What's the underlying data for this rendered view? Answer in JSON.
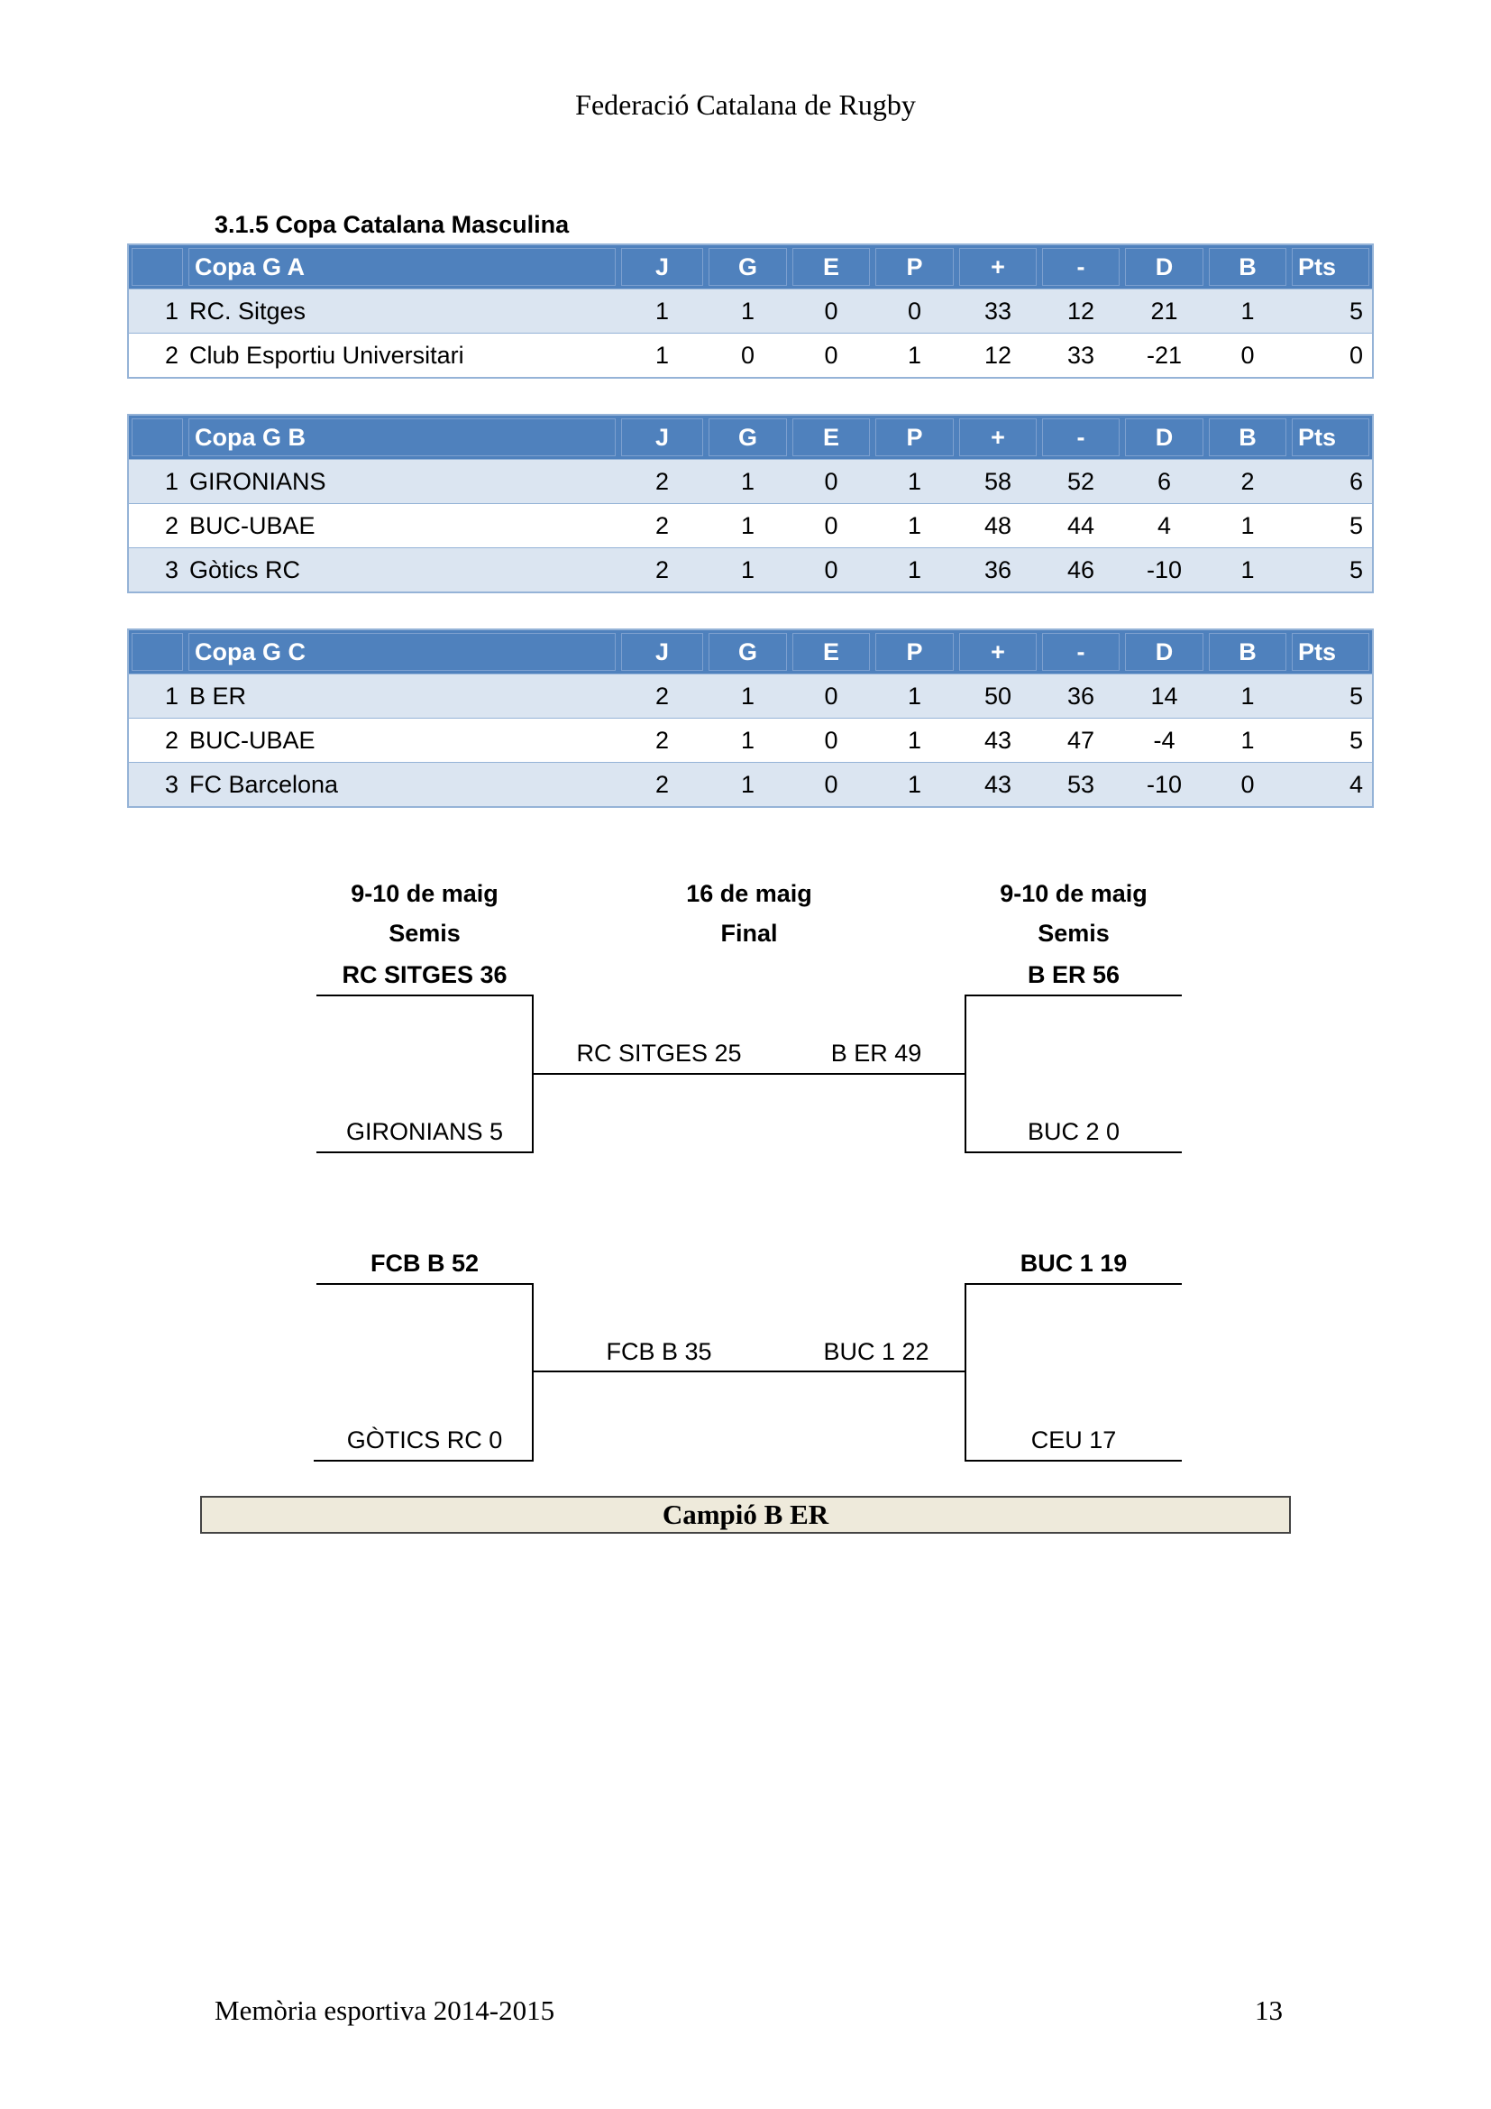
{
  "header": "Federació Catalana de Rugby",
  "section_title": "3.1.5 Copa Catalana Masculina",
  "columns": [
    "J",
    "G",
    "E",
    "P",
    "+",
    "-",
    "D",
    "B",
    "Pts"
  ],
  "groups": [
    {
      "name": "Copa G A",
      "rows": [
        [
          "1",
          "RC. Sitges",
          "1",
          "1",
          "0",
          "0",
          "33",
          "12",
          "21",
          "1",
          "5"
        ],
        [
          "2",
          "Club Esportiu Universitari",
          "1",
          "0",
          "0",
          "1",
          "12",
          "33",
          "-21",
          "0",
          "0"
        ]
      ]
    },
    {
      "name": "Copa G B",
      "rows": [
        [
          "1",
          "GIRONIANS",
          "2",
          "1",
          "0",
          "1",
          "58",
          "52",
          "6",
          "2",
          "6"
        ],
        [
          "2",
          "BUC-UBAE",
          "2",
          "1",
          "0",
          "1",
          "48",
          "44",
          "4",
          "1",
          "5"
        ],
        [
          "3",
          "Gòtics RC",
          "2",
          "1",
          "0",
          "1",
          "36",
          "46",
          "-10",
          "1",
          "5"
        ]
      ]
    },
    {
      "name": "Copa G C",
      "rows": [
        [
          "1",
          "B ER",
          "2",
          "1",
          "0",
          "1",
          "50",
          "36",
          "14",
          "1",
          "5"
        ],
        [
          "2",
          "BUC-UBAE",
          "2",
          "1",
          "0",
          "1",
          "43",
          "47",
          "-4",
          "1",
          "5"
        ],
        [
          "3",
          "FC Barcelona",
          "2",
          "1",
          "0",
          "1",
          "43",
          "53",
          "-10",
          "0",
          "4"
        ]
      ]
    }
  ],
  "bracket": {
    "left_date": "9-10 de maig",
    "left_round": "Semis",
    "center_date": "16 de maig",
    "center_round": "Final",
    "right_date": "9-10 de maig",
    "right_round": "Semis",
    "b1": {
      "lt": "RC SITGES 36",
      "lb": "GIRONIANS 5",
      "ml": "RC SITGES 25",
      "mr": "B ER 49",
      "rt": "B ER 56",
      "rb": "BUC 2 0"
    },
    "b2": {
      "lt": "FCB B 52",
      "lb": "GÒTICS RC 0",
      "ml": "FCB B 35",
      "mr": "BUC 1 22",
      "rt": "BUC 1 19",
      "rb": "CEU 17"
    }
  },
  "champion": "Campió B ER",
  "footer": {
    "left": "Memòria esportiva 2014-2015",
    "page": "13"
  }
}
